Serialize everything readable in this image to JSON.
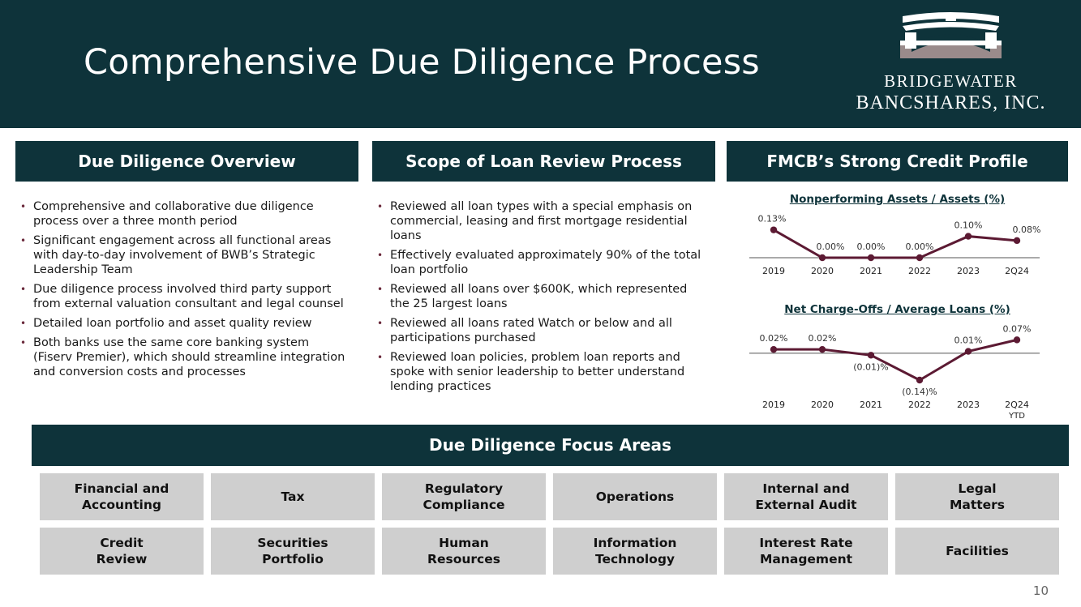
{
  "header": {
    "title": "Comprehensive Due Diligence Process",
    "logo_line1": "BRIDGEWATER",
    "logo_line2": "BANCSHARES, INC."
  },
  "overview": {
    "heading": "Due Diligence Overview",
    "items": [
      "Comprehensive and collaborative due diligence process over a three month period",
      "Significant engagement across all functional areas with day-to-day involvement of BWB’s Strategic Leadership Team",
      "Due diligence process involved third party support from external valuation consultant and legal counsel",
      "Detailed loan portfolio and asset quality review",
      "Both banks use the same core banking system (Fiserv Premier), which should streamline integration and conversion costs and processes"
    ]
  },
  "scope": {
    "heading": "Scope of Loan Review Process",
    "items": [
      "Reviewed all loan types with a special emphasis on commercial, leasing and first mortgage residential loans",
      "Effectively evaluated approximately 90% of the total loan portfolio",
      "Reviewed all loans over $600K, which represented the 25 largest loans",
      "Reviewed all loans rated Watch or below and all participations purchased",
      "Reviewed loan policies, problem loan reports and spoke with senior leadership to better understand lending practices"
    ]
  },
  "credit": {
    "heading": "FMCB’s Strong Credit Profile"
  },
  "chart_data": [
    {
      "type": "line",
      "title": "Nonperforming Assets / Assets (%)",
      "categories": [
        "2019",
        "2020",
        "2021",
        "2022",
        "2023",
        "2Q24"
      ],
      "values": [
        0.13,
        0.0,
        0.0,
        0.0,
        0.1,
        0.08
      ],
      "labels": [
        "0.13%",
        "0.00%",
        "0.00%",
        "0.00%",
        "0.10%",
        "0.08%"
      ],
      "ylim": [
        0,
        0.14
      ],
      "color": "#5c1a33"
    },
    {
      "type": "line",
      "title": "Net Charge-Offs / Average Loans (%)",
      "categories": [
        "2019",
        "2020",
        "2021",
        "2022",
        "2023",
        "2Q24"
      ],
      "category_sublabels": [
        "",
        "",
        "",
        "",
        "",
        "YTD"
      ],
      "values": [
        0.02,
        0.02,
        -0.01,
        -0.14,
        0.01,
        0.07
      ],
      "labels": [
        "0.02%",
        "0.02%",
        "(0.01)%",
        "(0.14)%",
        "0.01%",
        "0.07%"
      ],
      "ylim": [
        -0.14,
        0.08
      ],
      "color": "#5c1a33"
    }
  ],
  "focus": {
    "heading": "Due Diligence Focus Areas",
    "cells": [
      "Financial and\nAccounting",
      "Tax",
      "Regulatory\nCompliance",
      "Operations",
      "Internal and\nExternal Audit",
      "Legal\nMatters",
      "Credit\nReview",
      "Securities\nPortfolio",
      "Human\nResources",
      "Information\nTechnology",
      "Interest Rate\nManagement",
      "Facilities"
    ]
  },
  "page_number": "10"
}
